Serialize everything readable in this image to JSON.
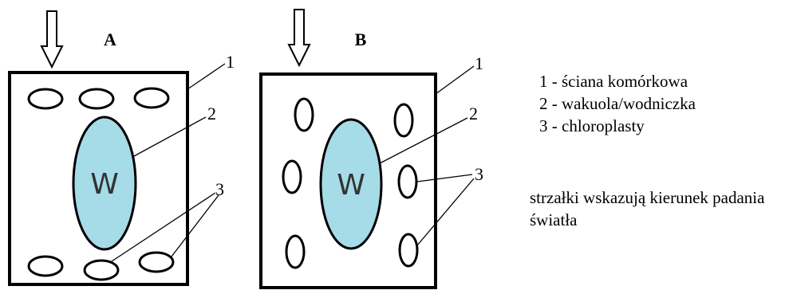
{
  "diagram": {
    "panel_a": {
      "title": "A",
      "vacuole_label": "W",
      "callouts": [
        "1",
        "2",
        "3"
      ]
    },
    "panel_b": {
      "title": "B",
      "vacuole_label": "W",
      "callouts": [
        "1",
        "2",
        "3"
      ]
    },
    "colors": {
      "vacuole_fill": "#a6dbe8",
      "stroke": "#000000",
      "background": "#ffffff"
    },
    "icons": [
      "light-direction-arrow-icon"
    ]
  },
  "legend": {
    "items": [
      "1 - ściana komórkowa",
      "2 - wakuola/wodniczka",
      "3 - chloroplasty"
    ],
    "note": "strzałki wskazują kierunek padania światła"
  }
}
